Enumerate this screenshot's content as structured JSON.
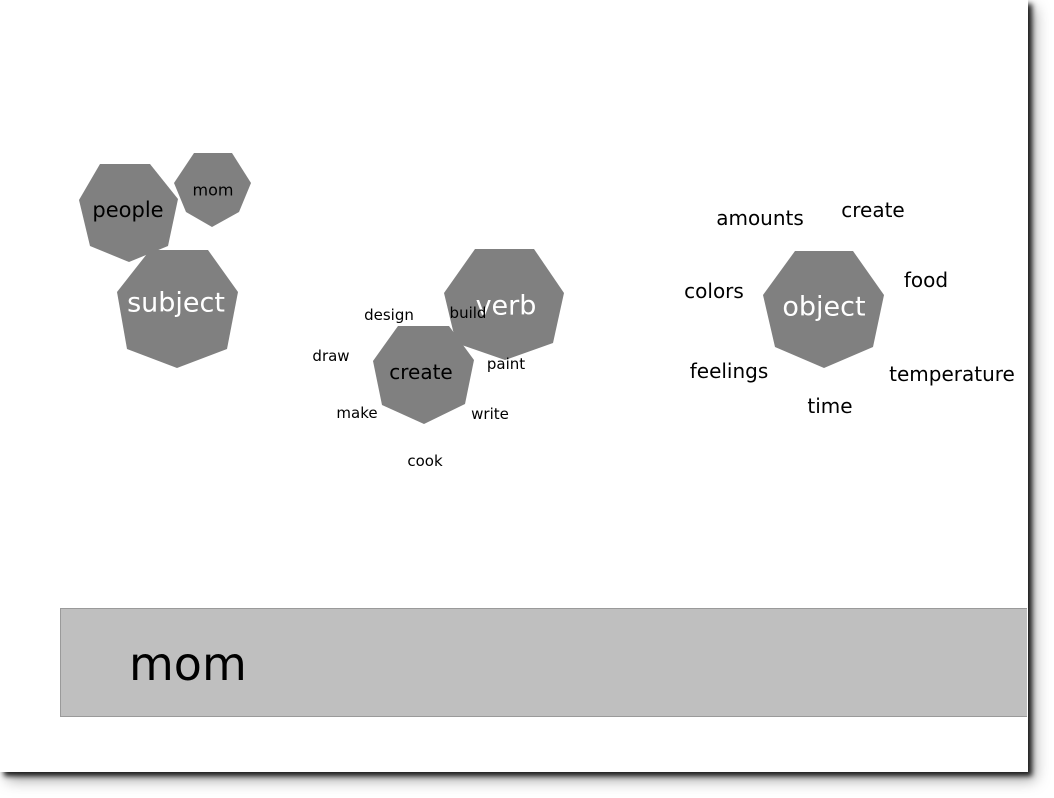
{
  "colors": {
    "node_fill": "#808080",
    "bar_fill": "#bfbfbf",
    "background": "#ffffff"
  },
  "subject_group": {
    "hub": "subject",
    "children": [
      "people",
      "mom"
    ]
  },
  "verb_group": {
    "hub": "verb",
    "selected": "create",
    "options": [
      "design",
      "build",
      "draw",
      "paint",
      "make",
      "write",
      "cook"
    ]
  },
  "object_group": {
    "hub": "object",
    "options": [
      "amounts",
      "create",
      "colors",
      "food",
      "feelings",
      "temperature",
      "time"
    ]
  },
  "sentence": {
    "text": "mom"
  }
}
